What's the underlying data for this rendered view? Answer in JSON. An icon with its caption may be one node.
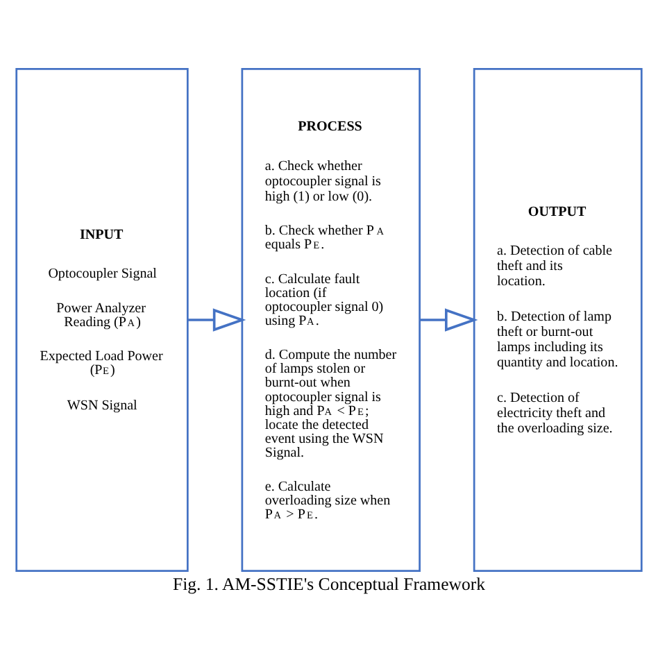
{
  "diagram": {
    "caption": "Fig. 1. AM-SSTIE's Conceptual Framework",
    "nodes": [
      {
        "text": [
          "INPUT",
          "Optocoupler Signal",
          "Power Analyzer Reading (P$_{A}$)",
          "Expected Load Power (P$_{E}$)",
          "WSN Signal"
        ]
      },
      {
        "text": [
          "PROCESS",
          "a. Check whether optocoupler signal is high (1) or low (0).",
          "b. Check whether P$_{A}$ equals P$_{E}$.",
          "c. Calculate fault location (if optocoupler signal 0) using P$_{A}$.",
          "d. Compute the number of lamps stolen or burnt-out when optocoupler signal is high and P$_{A}$ < P$_{E}$; locate the detected event using the WSN Signal.",
          "e. Calculate overloading size when P$_{A}$ > P$_{E}$."
        ]
      },
      {
        "text": [
          "OUTPUT",
          "a. Detection of cable theft and its location.",
          "b. Detection of lamp theft or burnt-out lamps including its quantity and location.",
          "c. Detection of electricity theft and the overloading size."
        ]
      }
    ],
    "edges": [
      {
        "from": 0,
        "to": 1,
        "arrow": "to"
      },
      {
        "from": 1,
        "to": 2,
        "arrow": "to"
      }
    ]
  }
}
